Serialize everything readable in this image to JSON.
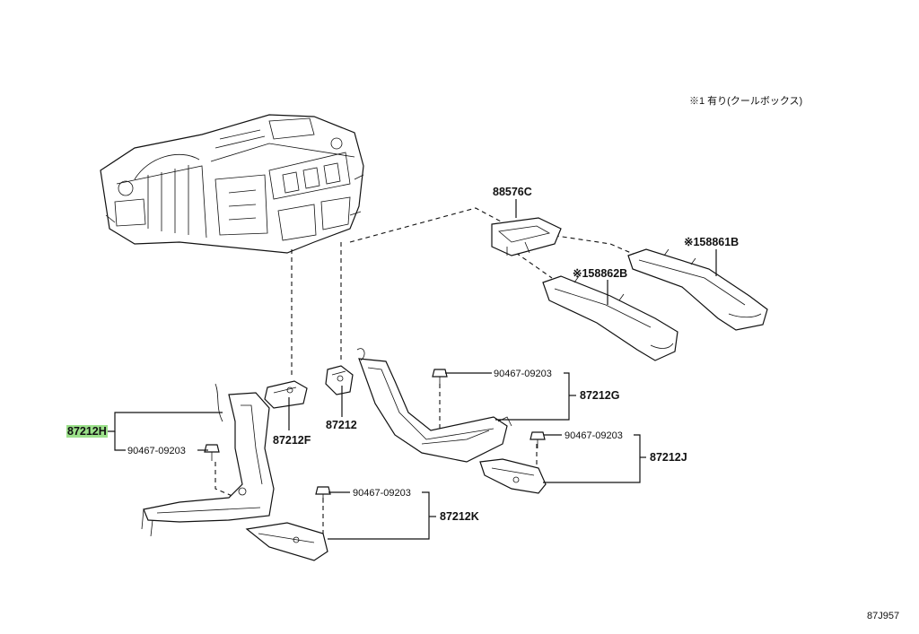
{
  "note": "※1 有り(クールボックス)",
  "diagram_id": "87J957",
  "highlight_color": "#9be08a",
  "labels": {
    "p88576C": "88576C",
    "p58861B": "※158861B",
    "p58862B": "※158862B",
    "p87212H": "87212H",
    "p87212F": "87212F",
    "p87212": "87212",
    "p87212G": "87212G",
    "p87212J": "87212J",
    "p87212K": "87212K",
    "bolt1": "90467-09203",
    "bolt2": "90467-09203",
    "bolt3": "90467-09203",
    "bolt4": "90467-09203"
  }
}
